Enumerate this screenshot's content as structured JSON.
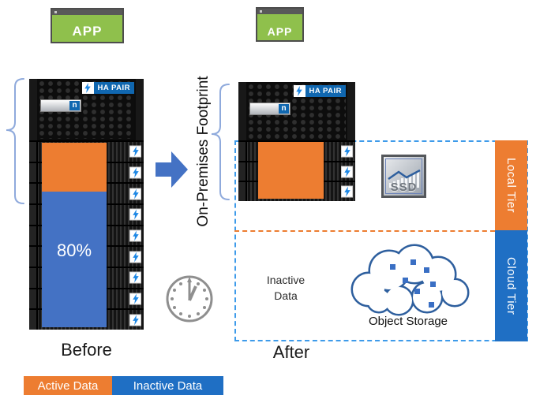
{
  "apps": {
    "left_label": "APP",
    "right_label": "APP"
  },
  "center": {
    "footprint_label": "On-Premises Footprint"
  },
  "before": {
    "caption": "Before",
    "ha_pair_label": "HA PAIR",
    "vendor_logo_letter": "n",
    "inactive_percent_label": "80%",
    "shelf_count": 9
  },
  "after": {
    "caption": "After",
    "ha_pair_label": "HA PAIR",
    "vendor_logo_letter": "n",
    "shelf_count": 3
  },
  "tiers": {
    "local_label": "Local Tier",
    "cloud_label": "Cloud Tier",
    "ssd_label": "SSD",
    "inactive_line1": "Inactive",
    "inactive_line2": "Data",
    "object_storage_label": "Object Storage"
  },
  "legend": {
    "active_label": "Active Data",
    "inactive_label": "Inactive Data"
  },
  "cloud": {
    "squares": [
      [
        61,
        34
      ],
      [
        87,
        28
      ],
      [
        104,
        38
      ],
      [
        77,
        51
      ],
      [
        112,
        56
      ],
      [
        92,
        65
      ],
      [
        110,
        82
      ]
    ]
  },
  "colors": {
    "active_orange": "#ED7D31",
    "inactive_blue": "#4472C4",
    "legend_blue": "#1F6FC4",
    "tier_border_blue": "#3E9BEA",
    "netapp_blue": "#1067B0",
    "bolt_blue": "#1E88E5",
    "app_green": "#8FC04C",
    "cloud_outline": "#2E5F9E"
  }
}
